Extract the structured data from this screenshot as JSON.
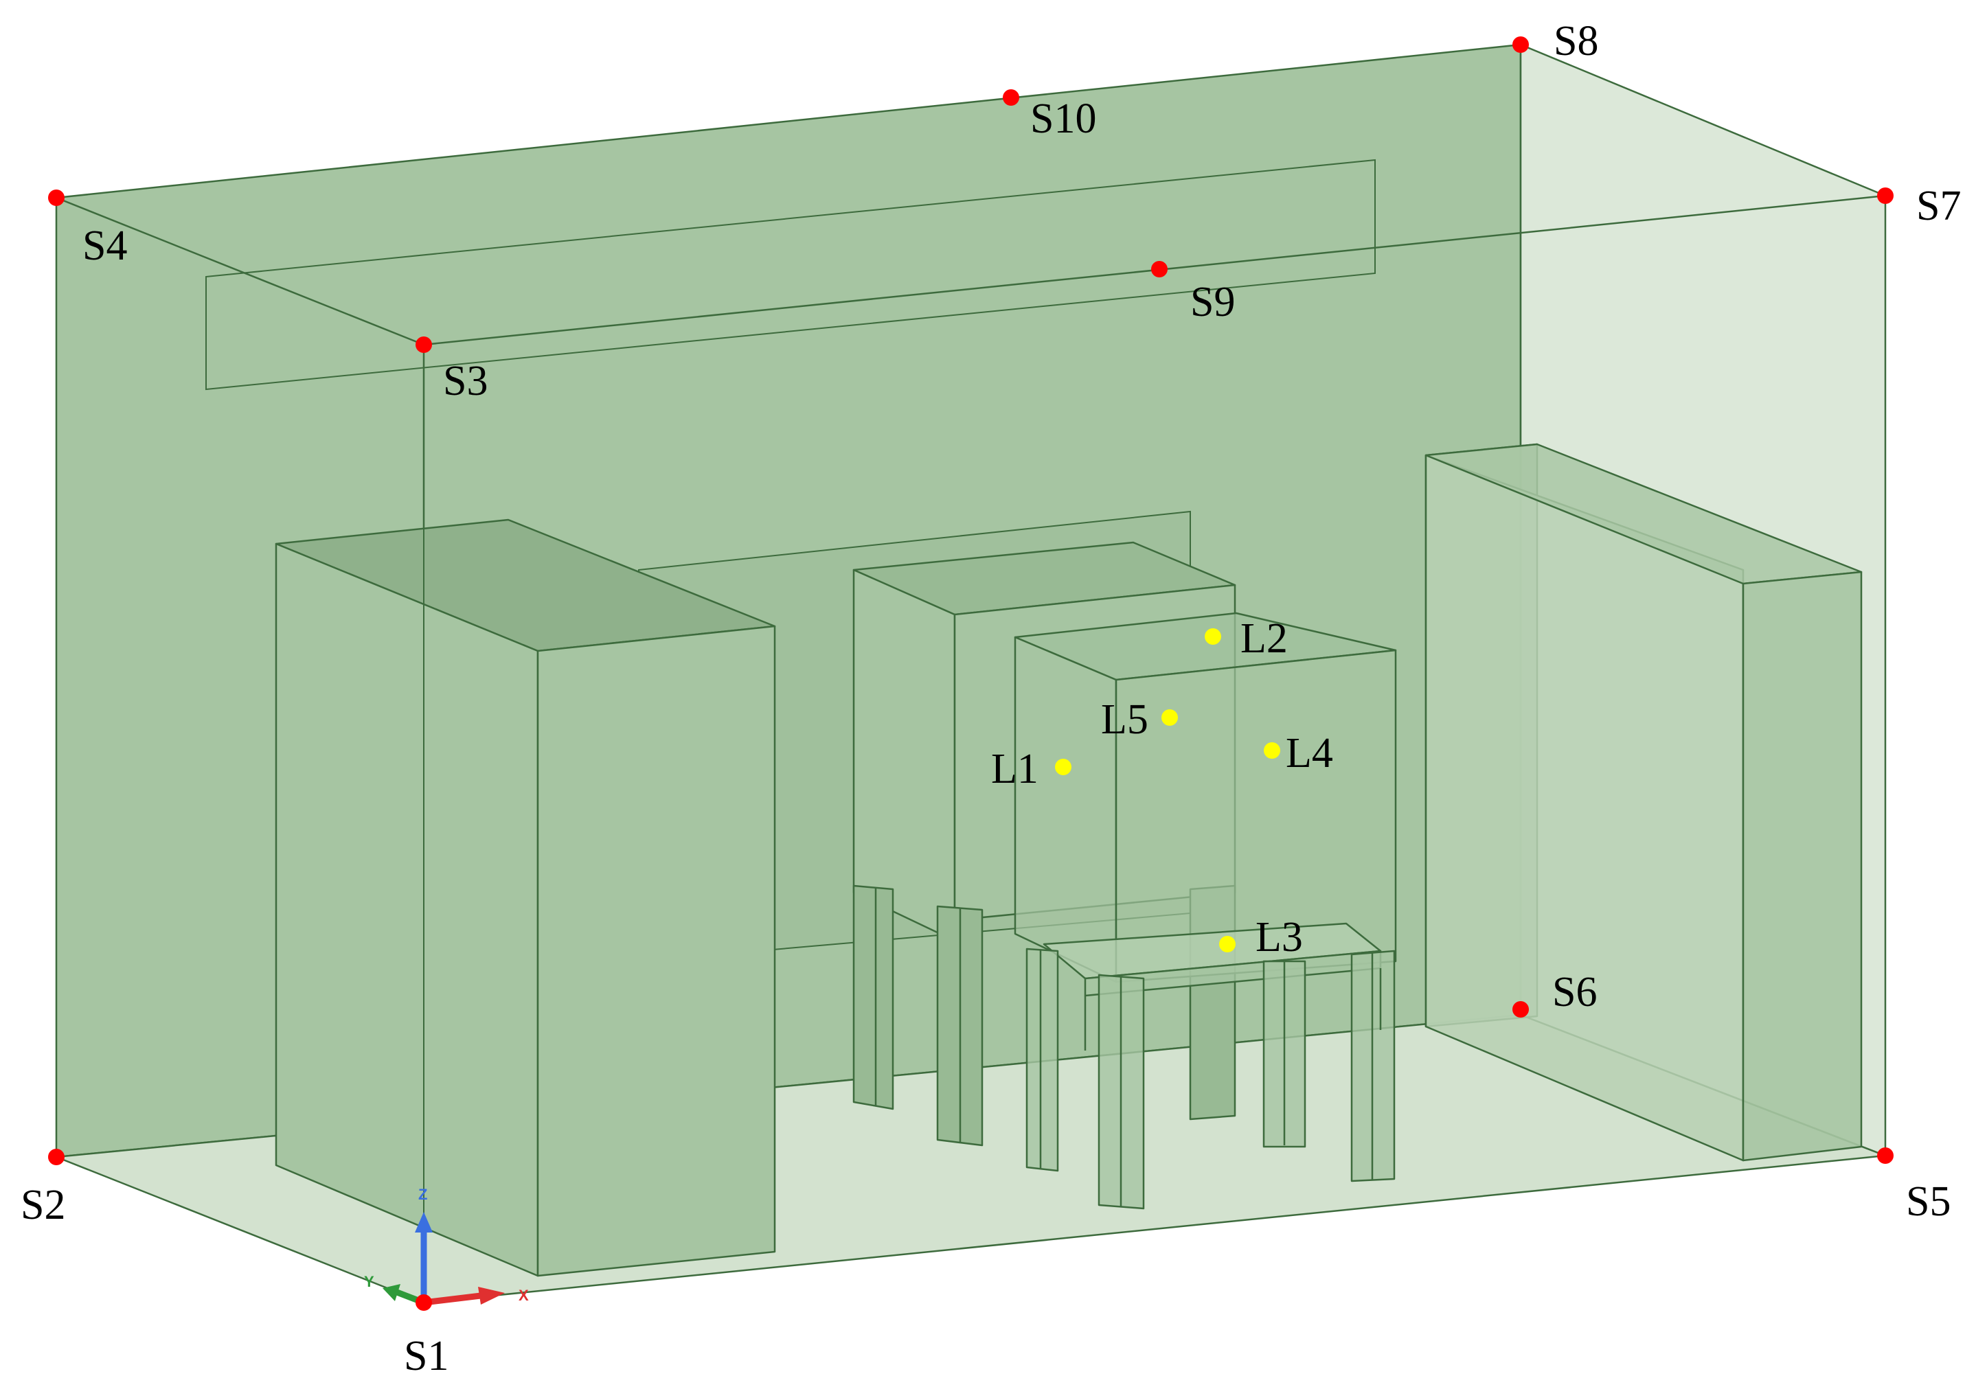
{
  "colors": {
    "box": "#a6c5a2",
    "box_light": "#c3d8bf",
    "box_side": "#d6e4d2",
    "box_dark": "#8fb18b",
    "floor": "#d3e2cf",
    "edge": "#3d6b3d",
    "sensor_red": "#ff0000",
    "sensor_yellow": "#ffff00",
    "axis_x": "#e03030",
    "axis_y": "#2e9a3a",
    "axis_z": "#3a6fe0"
  },
  "axes": {
    "x": "X",
    "y": "Y",
    "z": "Z"
  },
  "points": {
    "S1": "S1",
    "S2": "S2",
    "S3": "S3",
    "S4": "S4",
    "S5": "S5",
    "S6": "S6",
    "S7": "S7",
    "S8": "S8",
    "S9": "S9",
    "S10": "S10",
    "L1": "L1",
    "L2": "L2",
    "L3": "L3",
    "L4": "L4",
    "L5": "L5"
  }
}
